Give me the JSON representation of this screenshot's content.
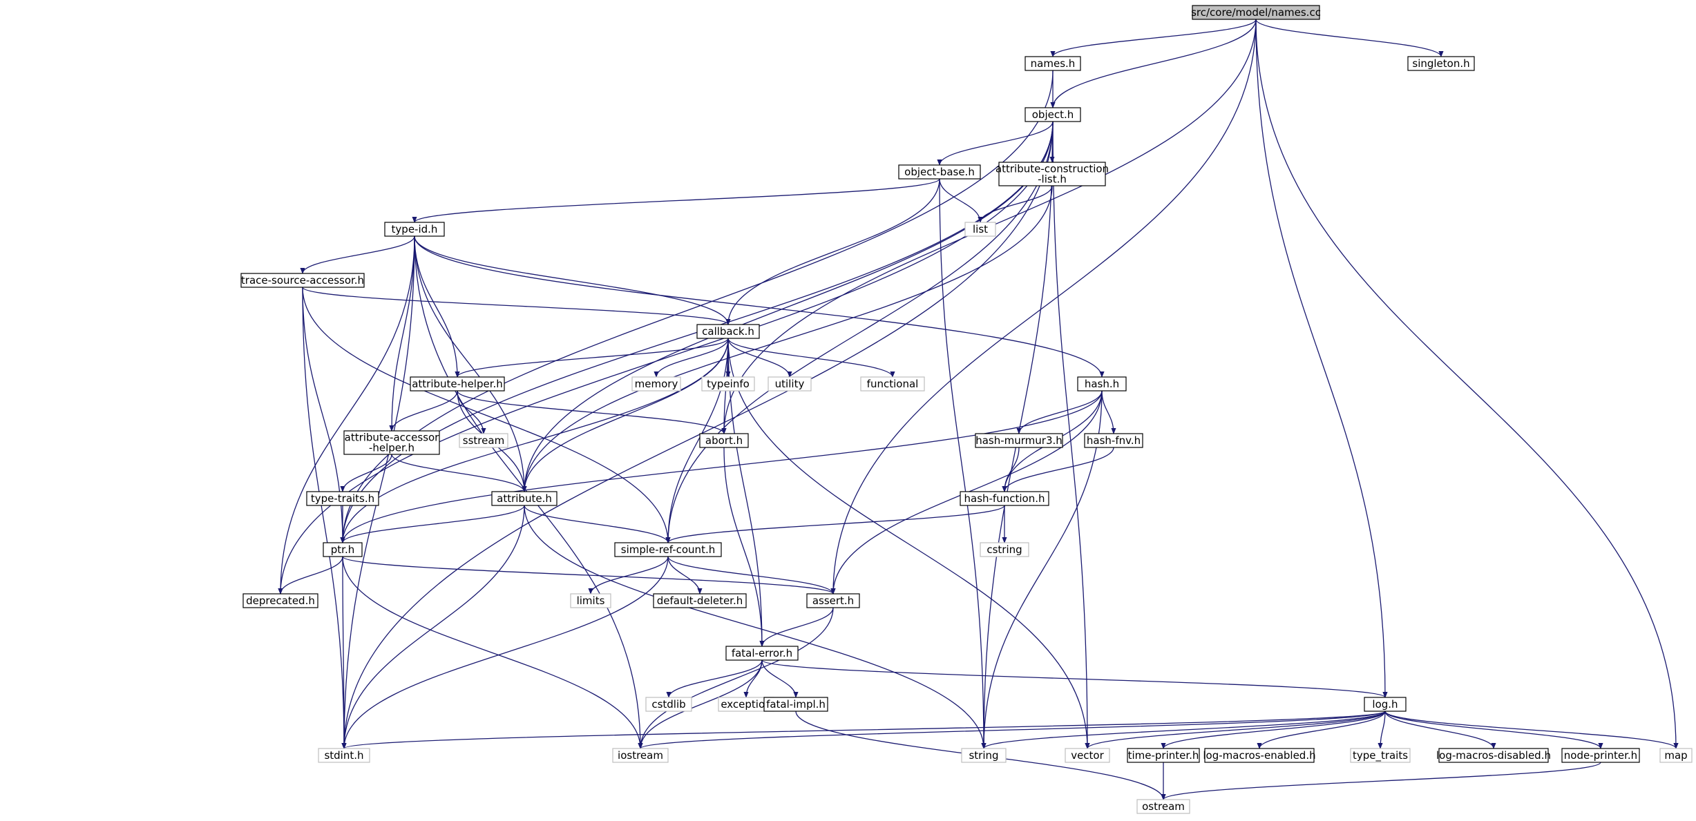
{
  "colors": {
    "edge": "#191970",
    "node_border": "#000000",
    "external_border": "#bfbfbf",
    "root_fill": "#bfbfbf",
    "background": "#ffffff"
  },
  "nodes": [
    {
      "id": "names_cc",
      "label": "src/core/model/names.cc",
      "kind": "root"
    },
    {
      "id": "names_h",
      "label": "names.h",
      "kind": "header"
    },
    {
      "id": "singleton_h",
      "label": "singleton.h",
      "kind": "header"
    },
    {
      "id": "object_h",
      "label": "object.h",
      "kind": "header"
    },
    {
      "id": "object_base_h",
      "label": "object-base.h",
      "kind": "header"
    },
    {
      "id": "attr_cons_h",
      "label": "attribute-construction\n-list.h",
      "kind": "header"
    },
    {
      "id": "list",
      "label": "list",
      "kind": "external"
    },
    {
      "id": "type_id_h",
      "label": "type-id.h",
      "kind": "header"
    },
    {
      "id": "tsa_h",
      "label": "trace-source-accessor.h",
      "kind": "header"
    },
    {
      "id": "callback_h",
      "label": "callback.h",
      "kind": "header"
    },
    {
      "id": "memory",
      "label": "memory",
      "kind": "external"
    },
    {
      "id": "typeinfo",
      "label": "typeinfo",
      "kind": "external"
    },
    {
      "id": "utility",
      "label": "utility",
      "kind": "external"
    },
    {
      "id": "functional",
      "label": "functional",
      "kind": "external"
    },
    {
      "id": "hash_h",
      "label": "hash.h",
      "kind": "header"
    },
    {
      "id": "attr_helper_h",
      "label": "attribute-helper.h",
      "kind": "header"
    },
    {
      "id": "sstream",
      "label": "sstream",
      "kind": "external"
    },
    {
      "id": "abort_h",
      "label": "abort.h",
      "kind": "header"
    },
    {
      "id": "attr_acc_h",
      "label": "attribute-accessor\n-helper.h",
      "kind": "header"
    },
    {
      "id": "hash_murmur_h",
      "label": "hash-murmur3.h",
      "kind": "header"
    },
    {
      "id": "hash_fnv_h",
      "label": "hash-fnv.h",
      "kind": "header"
    },
    {
      "id": "type_traits_h",
      "label": "type-traits.h",
      "kind": "header"
    },
    {
      "id": "attribute_h",
      "label": "attribute.h",
      "kind": "header"
    },
    {
      "id": "hash_func_h",
      "label": "hash-function.h",
      "kind": "header"
    },
    {
      "id": "ptr_h",
      "label": "ptr.h",
      "kind": "header"
    },
    {
      "id": "src_h",
      "label": "simple-ref-count.h",
      "kind": "header"
    },
    {
      "id": "cstring",
      "label": "cstring",
      "kind": "external"
    },
    {
      "id": "deprecated_h",
      "label": "deprecated.h",
      "kind": "header"
    },
    {
      "id": "limits",
      "label": "limits",
      "kind": "external"
    },
    {
      "id": "default_deleter_h",
      "label": "default-deleter.h",
      "kind": "header"
    },
    {
      "id": "assert_h",
      "label": "assert.h",
      "kind": "header"
    },
    {
      "id": "fatal_error_h",
      "label": "fatal-error.h",
      "kind": "header"
    },
    {
      "id": "cstdlib",
      "label": "cstdlib",
      "kind": "external"
    },
    {
      "id": "exception",
      "label": "exception",
      "kind": "external"
    },
    {
      "id": "fatal_impl_h",
      "label": "fatal-impl.h",
      "kind": "header"
    },
    {
      "id": "log_h",
      "label": "log.h",
      "kind": "header"
    },
    {
      "id": "stdint_h",
      "label": "stdint.h",
      "kind": "external"
    },
    {
      "id": "iostream",
      "label": "iostream",
      "kind": "external"
    },
    {
      "id": "string",
      "label": "string",
      "kind": "external"
    },
    {
      "id": "vector",
      "label": "vector",
      "kind": "external"
    },
    {
      "id": "time_printer_h",
      "label": "time-printer.h",
      "kind": "header"
    },
    {
      "id": "log_enabled_h",
      "label": "log-macros-enabled.h",
      "kind": "header"
    },
    {
      "id": "type_traits",
      "label": "type_traits",
      "kind": "external"
    },
    {
      "id": "log_disabled_h",
      "label": "log-macros-disabled.h",
      "kind": "header"
    },
    {
      "id": "node_printer_h",
      "label": "node-printer.h",
      "kind": "header"
    },
    {
      "id": "map",
      "label": "map",
      "kind": "external"
    },
    {
      "id": "ostream",
      "label": "ostream",
      "kind": "external"
    }
  ],
  "edges": [
    [
      "names_cc",
      "names_h"
    ],
    [
      "names_cc",
      "object_h"
    ],
    [
      "names_cc",
      "singleton_h"
    ],
    [
      "names_cc",
      "map"
    ],
    [
      "names_cc",
      "log_h"
    ],
    [
      "names_cc",
      "assert_h"
    ],
    [
      "names_cc",
      "abort_h"
    ],
    [
      "names_h",
      "object_h"
    ],
    [
      "names_h",
      "ptr_h"
    ],
    [
      "object_h",
      "object_base_h"
    ],
    [
      "object_h",
      "attr_cons_h"
    ],
    [
      "object_h",
      "ptr_h"
    ],
    [
      "object_h",
      "stdint_h"
    ],
    [
      "object_h",
      "attribute_h"
    ],
    [
      "object_h",
      "string"
    ],
    [
      "object_h",
      "vector"
    ],
    [
      "object_h",
      "src_h"
    ],
    [
      "object_h",
      "deprecated_h"
    ],
    [
      "object_base_h",
      "type_id_h"
    ],
    [
      "object_base_h",
      "callback_h"
    ],
    [
      "object_base_h",
      "list"
    ],
    [
      "object_base_h",
      "string"
    ],
    [
      "attr_cons_h",
      "list"
    ],
    [
      "attr_cons_h",
      "attribute_h"
    ],
    [
      "type_id_h",
      "tsa_h"
    ],
    [
      "type_id_h",
      "callback_h"
    ],
    [
      "type_id_h",
      "hash_h"
    ],
    [
      "type_id_h",
      "attr_helper_h"
    ],
    [
      "type_id_h",
      "attr_acc_h"
    ],
    [
      "type_id_h",
      "attribute_h"
    ],
    [
      "type_id_h",
      "stdint_h"
    ],
    [
      "type_id_h",
      "deprecated_h"
    ],
    [
      "type_id_h",
      "iostream"
    ],
    [
      "tsa_h",
      "callback_h"
    ],
    [
      "tsa_h",
      "ptr_h"
    ],
    [
      "tsa_h",
      "src_h"
    ],
    [
      "tsa_h",
      "stdint_h"
    ],
    [
      "callback_h",
      "attr_helper_h"
    ],
    [
      "callback_h",
      "memory"
    ],
    [
      "callback_h",
      "typeinfo"
    ],
    [
      "callback_h",
      "utility"
    ],
    [
      "callback_h",
      "functional"
    ],
    [
      "callback_h",
      "abort_h"
    ],
    [
      "callback_h",
      "attribute_h"
    ],
    [
      "callback_h",
      "ptr_h"
    ],
    [
      "callback_h",
      "src_h"
    ],
    [
      "callback_h",
      "fatal_error_h"
    ],
    [
      "callback_h",
      "vector"
    ],
    [
      "hash_h",
      "hash_murmur_h"
    ],
    [
      "hash_h",
      "hash_fnv_h"
    ],
    [
      "hash_h",
      "hash_func_h"
    ],
    [
      "hash_h",
      "assert_h"
    ],
    [
      "hash_h",
      "ptr_h"
    ],
    [
      "hash_h",
      "string"
    ],
    [
      "attr_helper_h",
      "attr_acc_h"
    ],
    [
      "attr_helper_h",
      "sstream"
    ],
    [
      "attr_helper_h",
      "abort_h"
    ],
    [
      "attr_helper_h",
      "attribute_h"
    ],
    [
      "abort_h",
      "fatal_error_h"
    ],
    [
      "attr_acc_h",
      "type_traits_h"
    ],
    [
      "attr_acc_h",
      "attribute_h"
    ],
    [
      "hash_murmur_h",
      "hash_func_h"
    ],
    [
      "hash_fnv_h",
      "hash_func_h"
    ],
    [
      "hash_func_h",
      "cstring"
    ],
    [
      "hash_func_h",
      "src_h"
    ],
    [
      "type_traits_h",
      "ptr_h"
    ],
    [
      "attribute_h",
      "ptr_h"
    ],
    [
      "attribute_h",
      "src_h"
    ],
    [
      "attribute_h",
      "string"
    ],
    [
      "attribute_h",
      "stdint_h"
    ],
    [
      "ptr_h",
      "deprecated_h"
    ],
    [
      "ptr_h",
      "assert_h"
    ],
    [
      "ptr_h",
      "stdint_h"
    ],
    [
      "ptr_h",
      "iostream"
    ],
    [
      "src_h",
      "limits"
    ],
    [
      "src_h",
      "default_deleter_h"
    ],
    [
      "src_h",
      "assert_h"
    ],
    [
      "src_h",
      "stdint_h"
    ],
    [
      "assert_h",
      "fatal_error_h"
    ],
    [
      "assert_h",
      "iostream"
    ],
    [
      "fatal_error_h",
      "cstdlib"
    ],
    [
      "fatal_error_h",
      "exception"
    ],
    [
      "fatal_error_h",
      "fatal_impl_h"
    ],
    [
      "fatal_error_h",
      "log_h"
    ],
    [
      "fatal_error_h",
      "iostream"
    ],
    [
      "fatal_impl_h",
      "ostream"
    ],
    [
      "log_h",
      "stdint_h"
    ],
    [
      "log_h",
      "iostream"
    ],
    [
      "log_h",
      "string"
    ],
    [
      "log_h",
      "vector"
    ],
    [
      "log_h",
      "time_printer_h"
    ],
    [
      "log_h",
      "log_enabled_h"
    ],
    [
      "log_h",
      "type_traits"
    ],
    [
      "log_h",
      "log_disabled_h"
    ],
    [
      "log_h",
      "node_printer_h"
    ],
    [
      "log_h",
      "map"
    ],
    [
      "time_printer_h",
      "ostream"
    ],
    [
      "node_printer_h",
      "ostream"
    ]
  ]
}
